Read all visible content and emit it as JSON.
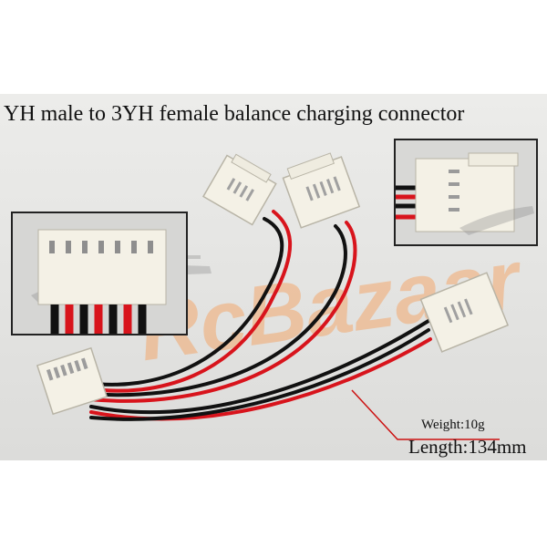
{
  "title": "YH male to 3YH female balance charging connector",
  "watermark": {
    "text": "RcBazaar",
    "color": "#f0a060"
  },
  "specs": {
    "weight": "Weight:10g",
    "length": "Length:134mm"
  },
  "colors": {
    "wire_red": "#d8141c",
    "wire_black": "#111111",
    "connector": "#f4f1e6",
    "pointer_line": "#cc1111"
  },
  "icons": [
    "helicopter-watermark-icon"
  ]
}
